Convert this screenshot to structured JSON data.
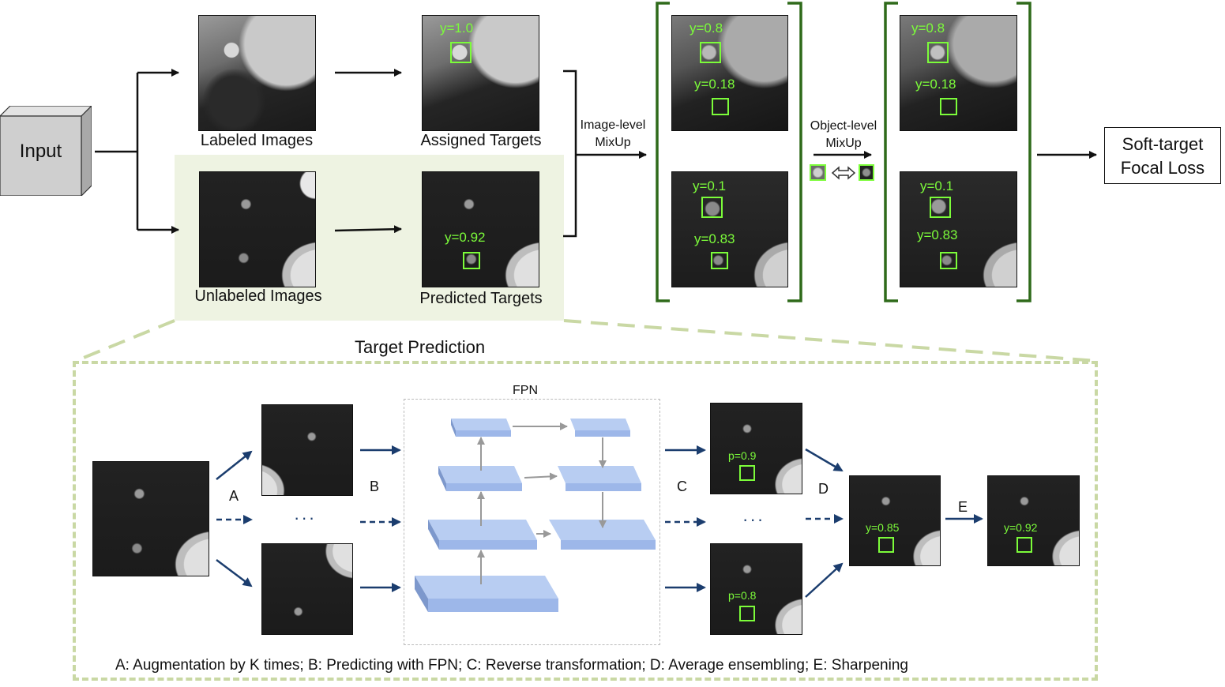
{
  "input": {
    "label": "Input"
  },
  "top_labels": {
    "labeled_images": "Labeled Images",
    "assigned_targets": "Assigned Targets",
    "unlabeled_images": "Unlabeled Images",
    "predicted_targets": "Predicted Targets",
    "image_level_mixup": [
      "Image-level",
      "MixUp"
    ],
    "object_level_mixup": [
      "Object-level",
      "MixUp"
    ],
    "loss": [
      "Soft-target",
      "Focal Loss"
    ]
  },
  "targets": {
    "assigned": "y=1.0",
    "predicted": "y=0.92",
    "mix1_top": [
      "y=0.8",
      "y=0.18"
    ],
    "mix1_bottom": [
      "y=0.1",
      "y=0.83"
    ],
    "mix2_top": [
      "y=0.8",
      "y=0.18"
    ],
    "mix2_bottom": [
      "y=0.1",
      "y=0.83"
    ]
  },
  "prediction": {
    "title": "Target Prediction",
    "fpn_label": "FPN",
    "steps": [
      "A",
      "B",
      "C",
      "D",
      "E"
    ],
    "ellipsis": "· · ·",
    "probs": [
      "p=0.9",
      "p=0.8"
    ],
    "ensembled": "y=0.85",
    "sharpened": "y=0.92",
    "caption": "A: Augmentation by K times; B: Predicting with FPN; C: Reverse transformation; D: Average ensembling; E: Sharpening"
  },
  "colors": {
    "green_bracket": "#2f6a1a",
    "target_green": "#7cfc3a",
    "shaded_region": "#eef3e2",
    "dashed_border": "#c9d8a4",
    "fpn_block": "#9db7e9",
    "arrow_blue": "#1b3d6e"
  }
}
